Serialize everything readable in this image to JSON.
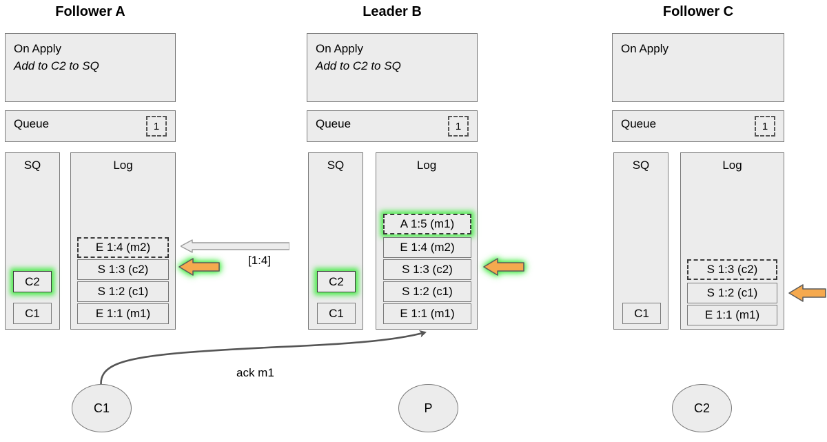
{
  "diagram": {
    "title_hidden": "Raft replication state diagram",
    "colors": {
      "panel_fill": "#ececec",
      "panel_border": "#7a7a7a",
      "glow": "#3ceb3c",
      "arrow_orange": "#f5a94e",
      "arrow_orange_border": "#5c5c5c",
      "arrow_gray_fill": "#ececec",
      "arrow_gray_border": "#9a9a9a",
      "curve": "#555555"
    }
  },
  "nodes": [
    {
      "id": "follower-a",
      "title": "Follower A",
      "on_apply": {
        "heading": "On Apply",
        "action": "Add to C2 to SQ"
      },
      "queue": {
        "label": "Queue",
        "count": "1"
      },
      "sq": {
        "label": "SQ",
        "items": [
          {
            "text": "C2",
            "style": "glow"
          },
          {
            "text": "C1",
            "style": "solid"
          }
        ]
      },
      "log": {
        "label": "Log",
        "entries": [
          {
            "text": "E 1:4 (m2)",
            "style": "dashed"
          },
          {
            "text": "S 1:3 (c2)",
            "style": "solid"
          },
          {
            "text": "S 1:2 (c1)",
            "style": "solid"
          },
          {
            "text": "E 1:1 (m1)",
            "style": "solid"
          }
        ]
      }
    },
    {
      "id": "leader-b",
      "title": "Leader B",
      "on_apply": {
        "heading": "On Apply",
        "action": "Add to C2 to SQ"
      },
      "queue": {
        "label": "Queue",
        "count": "1"
      },
      "sq": {
        "label": "SQ",
        "items": [
          {
            "text": "C2",
            "style": "glow"
          },
          {
            "text": "C1",
            "style": "solid"
          }
        ]
      },
      "log": {
        "label": "Log",
        "entries": [
          {
            "text": "A 1:5 (m1)",
            "style": "dashed-glow"
          },
          {
            "text": "E 1:4 (m2)",
            "style": "solid"
          },
          {
            "text": "S 1:3 (c2)",
            "style": "solid"
          },
          {
            "text": "S 1:2 (c1)",
            "style": "solid"
          },
          {
            "text": "E 1:1 (m1)",
            "style": "solid"
          }
        ]
      }
    },
    {
      "id": "follower-c",
      "title": "Follower C",
      "on_apply": {
        "heading": "On Apply",
        "action": ""
      },
      "queue": {
        "label": "Queue",
        "count": "1"
      },
      "sq": {
        "label": "SQ",
        "items": [
          {
            "text": "C1",
            "style": "solid"
          }
        ]
      },
      "log": {
        "label": "Log",
        "entries": [
          {
            "text": "S 1:3 (c2)",
            "style": "dashed"
          },
          {
            "text": "S 1:2 (c1)",
            "style": "solid"
          },
          {
            "text": "E 1:1 (m1)",
            "style": "solid"
          }
        ]
      }
    }
  ],
  "arrows": {
    "replicate_label": "[1:4]",
    "ack_label": "ack m1"
  },
  "clients": [
    {
      "id": "client-c1",
      "label": "C1"
    },
    {
      "id": "producer-p",
      "label": "P"
    },
    {
      "id": "client-c2",
      "label": "C2"
    }
  ]
}
